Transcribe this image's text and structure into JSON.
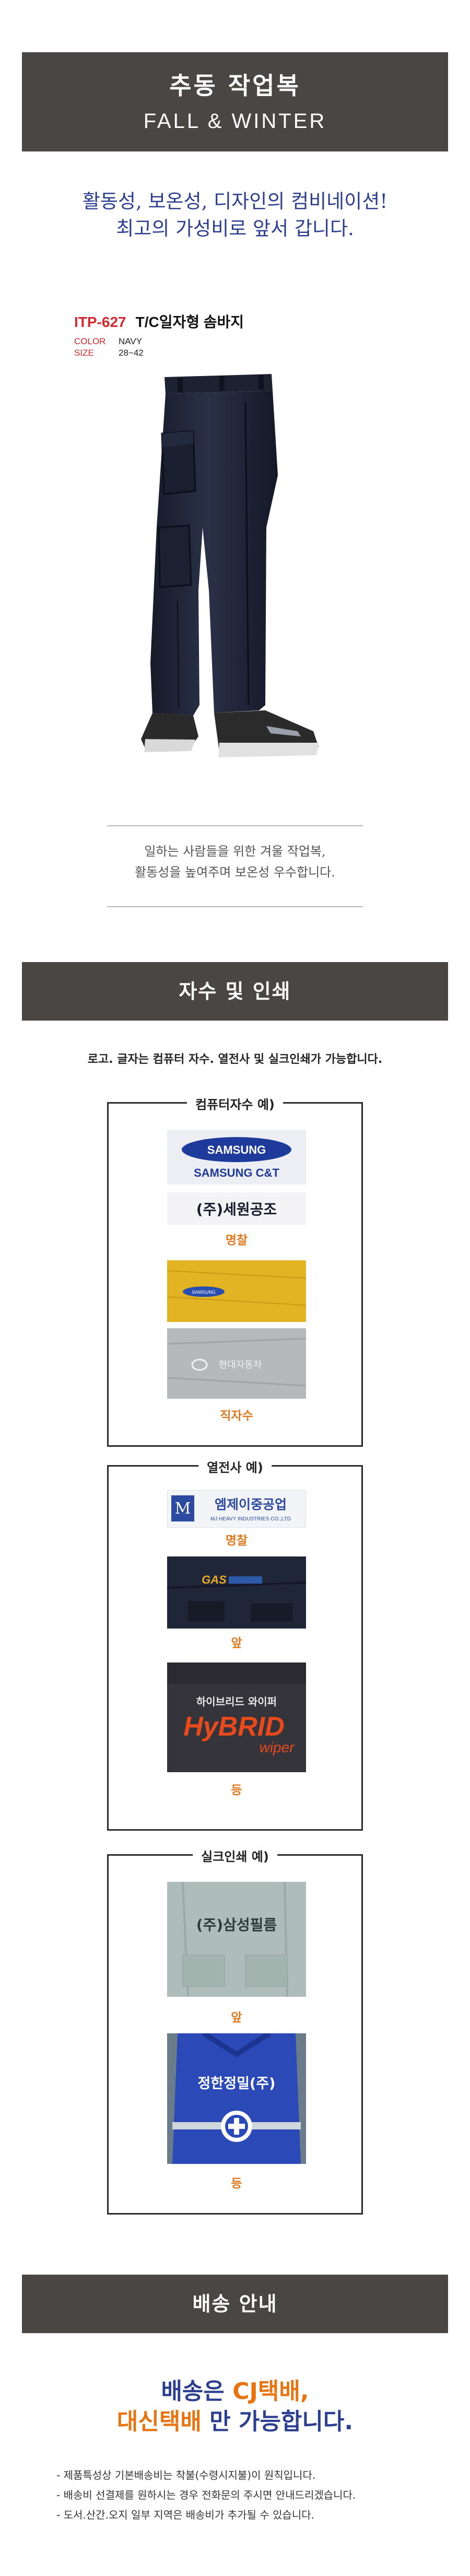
{
  "header": {
    "title_ko": "추동 작업복",
    "title_en": "FALL  &  WINTER"
  },
  "tagline": {
    "line1": "활동성, 보온성, 디자인의 컴비네이션!",
    "line2": "최고의 가성비로 앞서 갑니다."
  },
  "product": {
    "code": "ITP-627",
    "name": "T/C일자형 솜바지",
    "color_label": "COLOR",
    "color_value": "NAVY",
    "size_label": "SIZE",
    "size_value": "28~42"
  },
  "description": {
    "line1": "일하는 사람들을 위한 겨울 작업복,",
    "line2": "활동성을 높여주며 보온성 우수합니다."
  },
  "embroidery": {
    "header": "자수 및 인쇄",
    "note": "로고. 글자는 컴퓨터 자수. 열전사 및 실크인쇄가 가능합니다.",
    "computer_embroidery": {
      "title": "컴퓨터자수 예)",
      "samsung_top": "SAMSUNG",
      "samsung_bottom": "SAMSUNG C&T",
      "sewon": "(주)세원공조",
      "caption_name_tag": "명찰",
      "yellow_text": "SAMSUNG",
      "gray_text": "현대자동차",
      "caption_direct": "직자수"
    },
    "heat_transfer": {
      "title": "열전사 예)",
      "company_ko": "엠제이중공업",
      "company_en": "MJ HEAVY INDUSTRIES CO.,LTD",
      "caption_name_tag": "명찰",
      "gas_text": "GAS",
      "caption_front": "앞",
      "hybrid_ko": "하이브리드 와이퍼",
      "hybrid_en": "HyBRID",
      "hybrid_sub": "wiper",
      "caption_back": "등"
    },
    "silk_print": {
      "title": "실크인쇄 예)",
      "samsung_text": "(주)삼성필름",
      "caption_front": "앞",
      "jeonghan_text": "정한정밀(주)",
      "caption_back": "등"
    }
  },
  "shipping": {
    "header": "배송 안내",
    "line1_pre": "배송은 ",
    "line1_highlight": "CJ택배,",
    "line2_highlight": "대신택배",
    "line2_post": " 만 가능합니다.",
    "notes": [
      "- 제품특성상 기본배송비는 착불(수령시지불)이 원칙입니다.",
      "- 배송비 선결제를 원하시는 경우 전화문의 주시면 안내드리겠습니다.",
      "- 도서.산간.오지 일부 지역은 배송비가 추가될 수 있습니다."
    ]
  },
  "colors": {
    "banner": "#4a4643",
    "accent_red": "#d6272f",
    "accent_orange": "#e07a20",
    "brand_blue": "#2c3e8f",
    "navy_pants": "#1f2536"
  }
}
